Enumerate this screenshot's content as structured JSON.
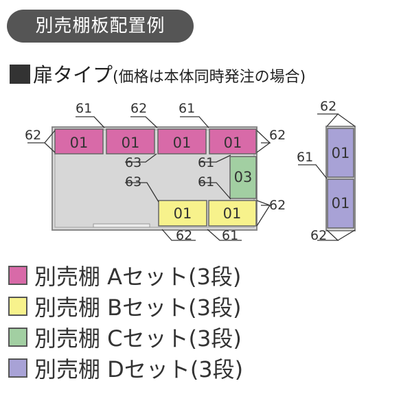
{
  "tag": "別売棚板配置例",
  "heading": {
    "title": "扉タイプ",
    "note": "(価格は本体同時発注の場合)"
  },
  "colors": {
    "A": "#d86aa8",
    "B": "#f7f28c",
    "C": "#a2cfa2",
    "D": "#a8a2d6",
    "body": "#d7d7d7"
  },
  "shelves": {
    "01": "01",
    "03": "03"
  },
  "codes": {
    "c61": "61",
    "c62": "62",
    "c63": "63"
  },
  "legend": [
    {
      "label": "別売棚 Aセット(3段)",
      "color": "#d86aa8"
    },
    {
      "label": "別売棚 Bセット(3段)",
      "color": "#f7f28c"
    },
    {
      "label": "別売棚 Cセット(3段)",
      "color": "#a2cfa2"
    },
    {
      "label": "別売棚 Dセット(3段)",
      "color": "#a8a2d6"
    }
  ]
}
